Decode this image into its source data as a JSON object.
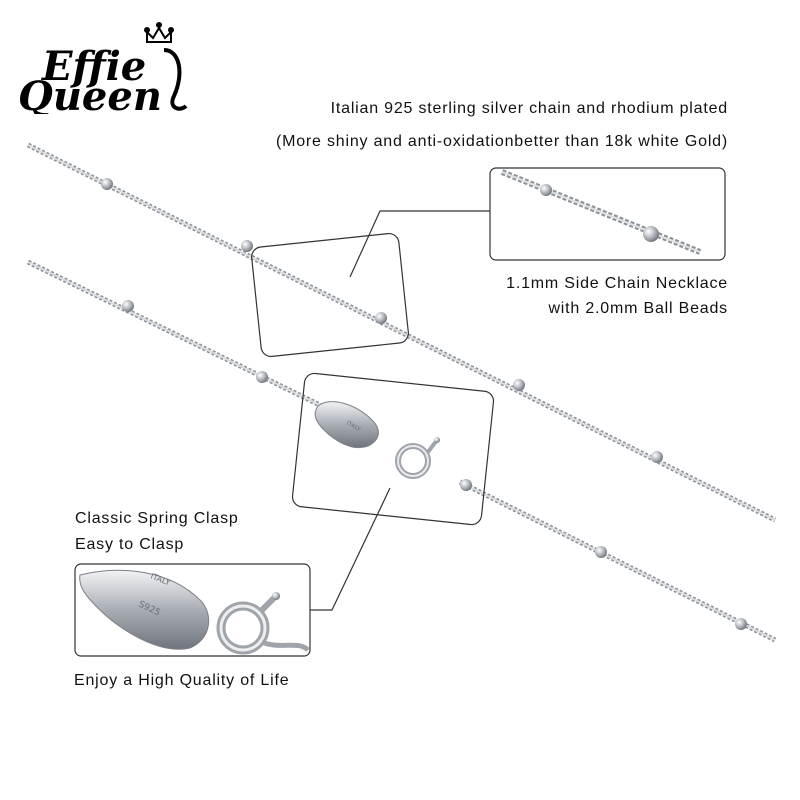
{
  "brand": {
    "line1": "Effie",
    "line2": "Queen",
    "crown_icon": "crown-icon"
  },
  "headline": {
    "line1": "Italian 925 sterling silver chain and rhodium plated",
    "line2": "(More shiny and anti-oxidationbetter than 18k white Gold)"
  },
  "features": {
    "chain_line1": "1.1mm Side Chain Necklace",
    "chain_line2": "with 2.0mm Ball Beads",
    "clasp_line1": "Classic Spring Clasp",
    "clasp_line2": "Easy to Clasp"
  },
  "tagline": "Enjoy a High Quality of Life",
  "stamps": {
    "origin": "ITALY",
    "purity": "S925"
  },
  "colors": {
    "text": "#111111",
    "silver": "#b8bcc2",
    "outline": "#333333"
  }
}
